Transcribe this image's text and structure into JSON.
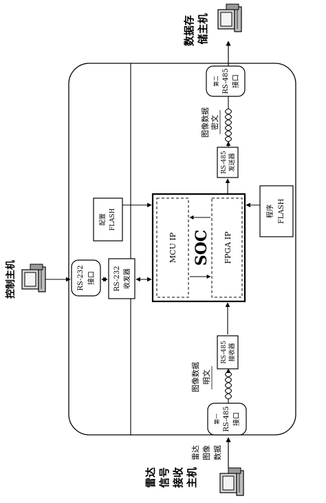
{
  "labels": {
    "data_storage_host": [
      "数据存",
      "储主机"
    ],
    "control_host": "控制主机",
    "radar_receiver_host": [
      "雷达",
      "信号",
      "接收",
      "主机"
    ],
    "radar_image_data": [
      "雷达",
      "图像",
      "数据"
    ],
    "image_data_ciphertext": [
      "图像数据",
      "密文"
    ],
    "image_data_plaintext": [
      "图像数据",
      "明文"
    ]
  },
  "blocks": {
    "rs485_port_2": {
      "line1": "第二",
      "line2": "RS-485",
      "line3": "接口"
    },
    "rs485_port_1": {
      "line1": "第一",
      "line2": "RS-485",
      "line3": "接口"
    },
    "rs232_port": {
      "line1": "RS-232",
      "line2": "接口"
    },
    "rs232_transceiver": {
      "line1": "RS-232",
      "line2": "收发器"
    },
    "rs485_transmitter": {
      "line1": "RS-485",
      "line2": "发送器"
    },
    "rs485_receiver": {
      "line1": "RS-485",
      "line2": "接收器"
    },
    "config_flash": {
      "line1": "配置",
      "line2": "FLASH"
    },
    "program_flash": {
      "line1": "程序",
      "line2": "FLASH"
    },
    "soc": {
      "title": "SOC",
      "mcu": "MCU IP",
      "fpga": "FPGA IP"
    }
  }
}
